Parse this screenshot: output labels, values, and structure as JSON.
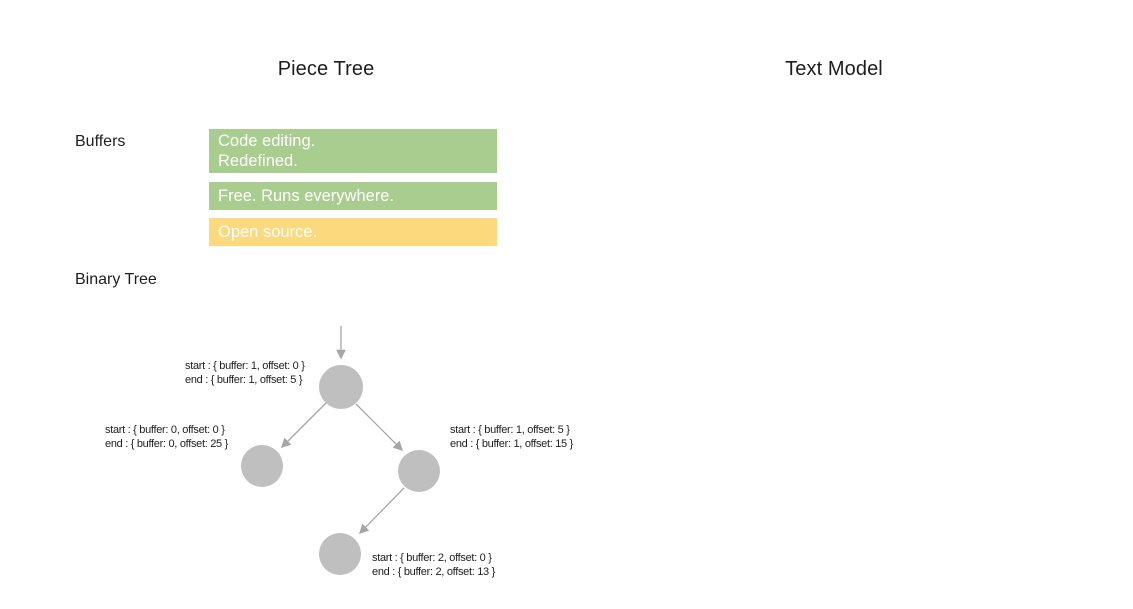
{
  "slide": {
    "left_title": "Piece Tree",
    "right_title": "Text Model",
    "buffers_label": "Buffers",
    "binary_tree_label": "Binary Tree"
  },
  "buffers": [
    {
      "lines": [
        "Code editing.",
        "Redefined."
      ],
      "color": "green"
    },
    {
      "lines": [
        "Free. Runs everywhere."
      ],
      "color": "green"
    },
    {
      "lines": [
        "Open source."
      ],
      "color": "yellow"
    }
  ],
  "tree": {
    "root": {
      "start": "start : { buffer: 1, offset: 0 }",
      "end": "end : { buffer: 1, offset: 5 }"
    },
    "left": {
      "start": "start : { buffer: 0, offset: 0 }",
      "end": "end : { buffer: 0, offset: 25 }"
    },
    "right": {
      "start": "start : { buffer: 1, offset: 5 }",
      "end": "end : { buffer: 1, offset: 15 }"
    },
    "bottom": {
      "start": "start : { buffer: 2, offset: 0 }",
      "end": "end : { buffer: 2, offset: 13 }"
    }
  },
  "colors": {
    "buffer_green": "#A8CD8E",
    "buffer_yellow": "#FBD97C",
    "buffer_text": "#FFFFFF",
    "node_fill": "#BFBFBF",
    "arrow_stroke": "#A6A6A6",
    "text_dark": "#1E1E1E"
  }
}
